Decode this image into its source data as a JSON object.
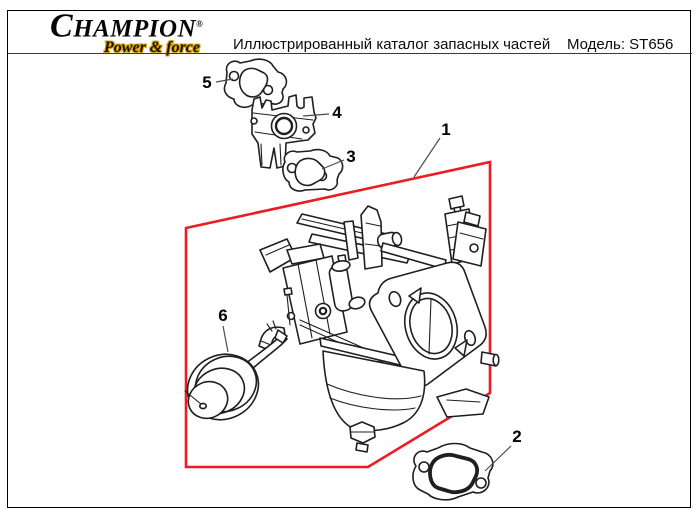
{
  "header": {
    "brand_initial": "C",
    "brand_rest": "HAMPION",
    "registered_mark": "®",
    "tagline": "Power & force",
    "catalog_title": "Иллюстрированный каталог запасных частей",
    "model": "Модель: ST656"
  },
  "colors": {
    "highlight_red": "#ec1b24",
    "tagline_gold": "#d8a410"
  },
  "diagram": {
    "callouts": [
      {
        "label": "1"
      },
      {
        "label": "2"
      },
      {
        "label": "3"
      },
      {
        "label": "4"
      },
      {
        "label": "5"
      },
      {
        "label": "6"
      }
    ]
  }
}
